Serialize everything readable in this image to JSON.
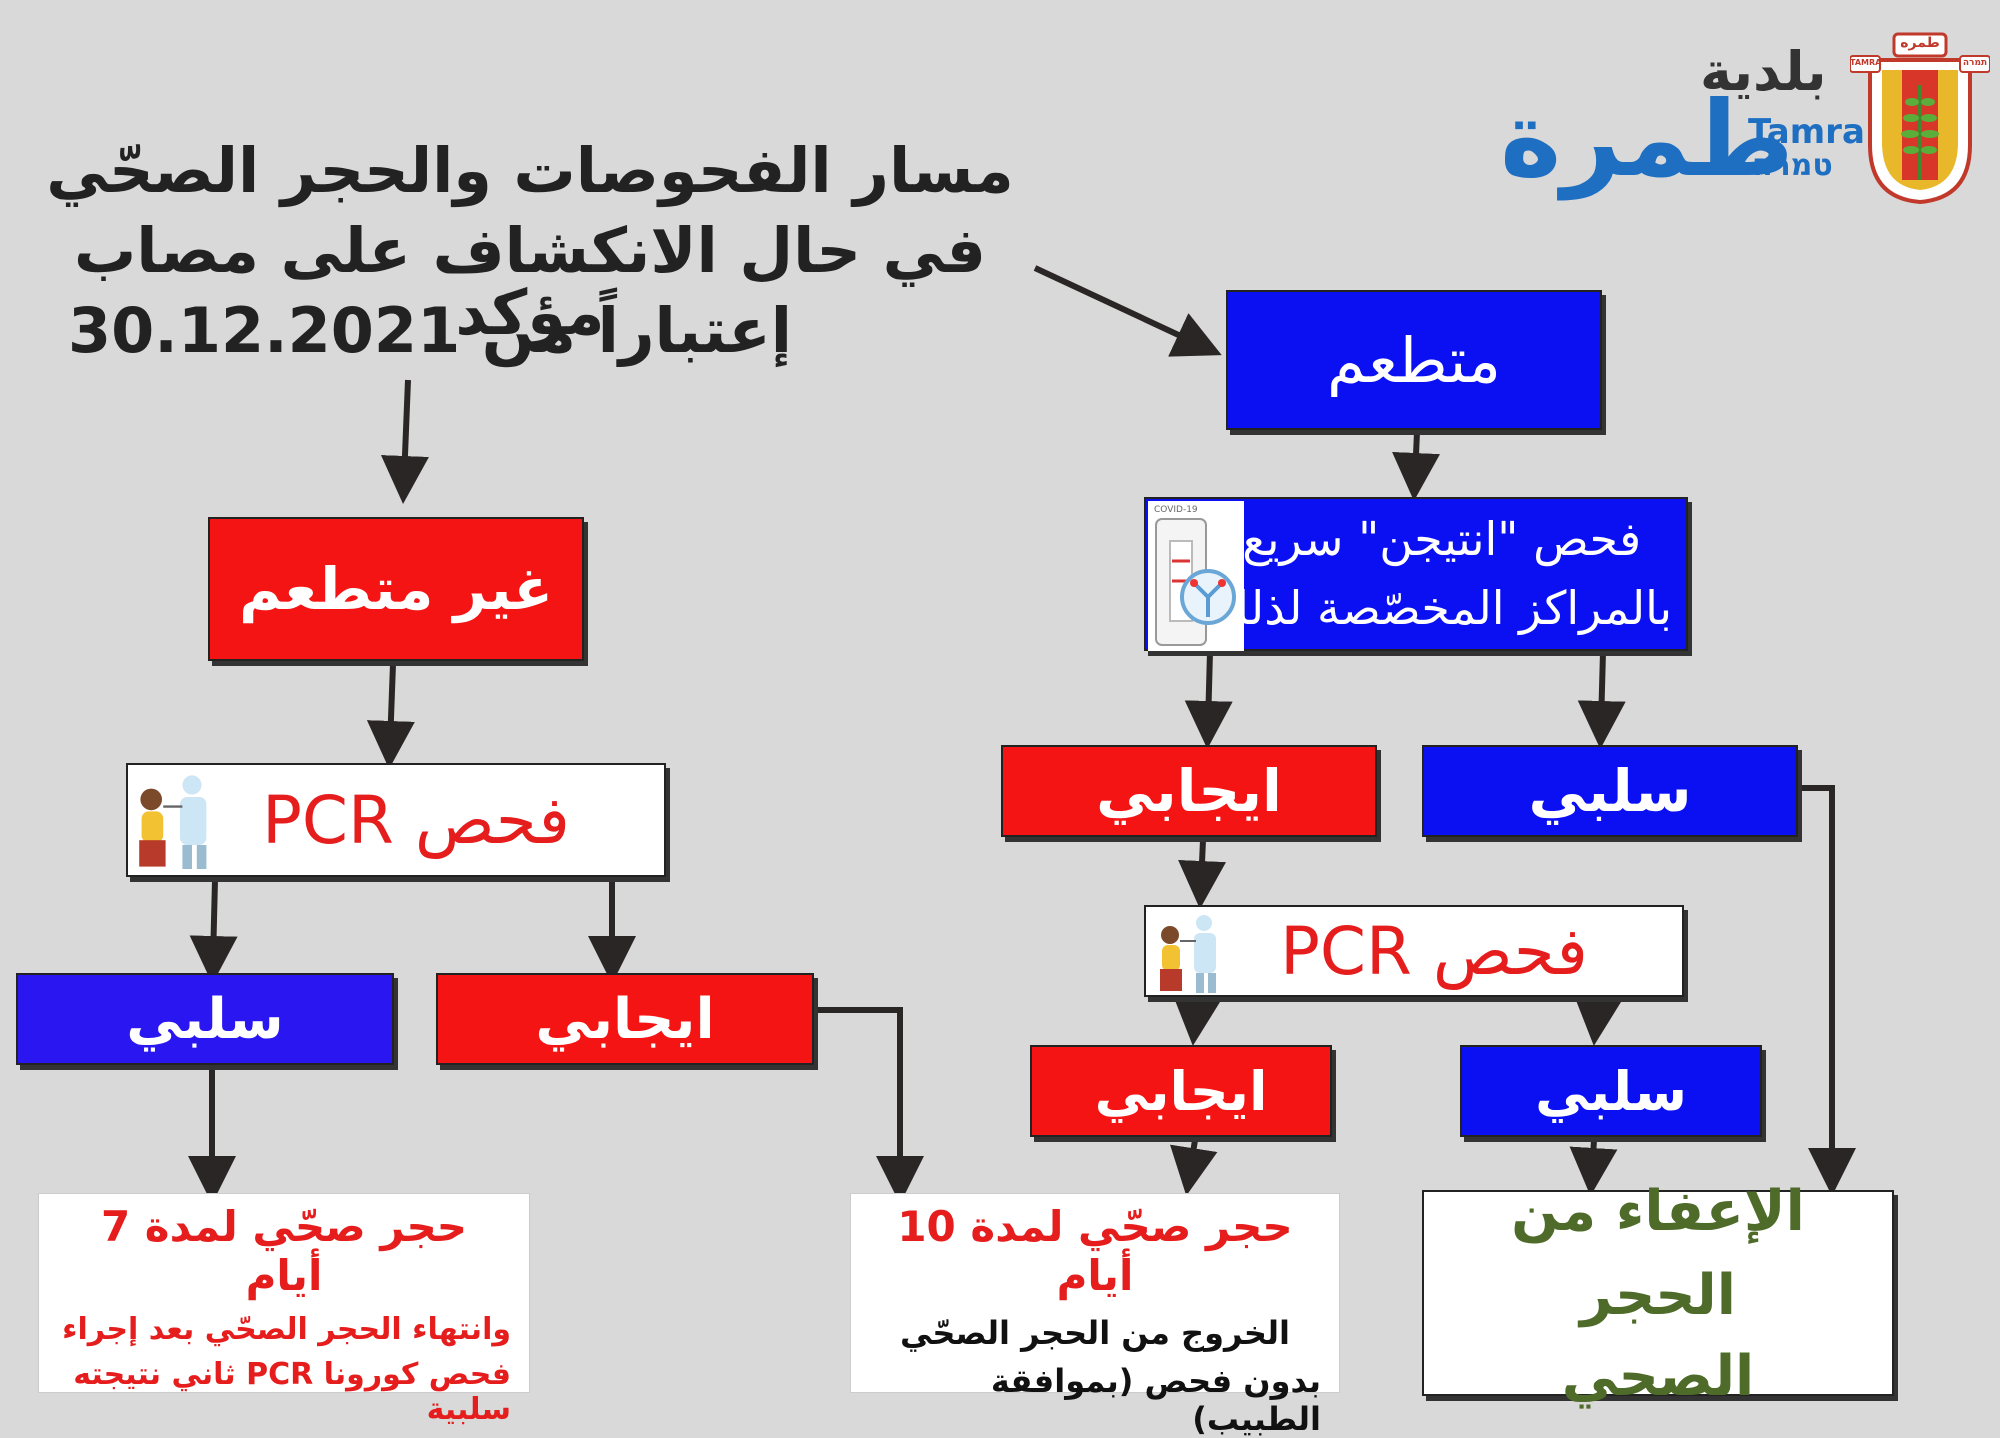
{
  "header": {
    "title_line1": "مسار الفحوصات والحجر الصحّي",
    "title_line2": "في حال الانكشاف على مصاب مؤكد",
    "title_line3": "إعتباراً من 30.12.2021"
  },
  "logo": {
    "baladiya": "بلدية",
    "tamra_ar": "طمرة",
    "tamra_en": "Tamra",
    "tamra_he": "טמרה",
    "seal_top": "طمره",
    "seal_left": "TAMRA",
    "seal_right": "תמרה"
  },
  "vaccinated": {
    "label": "متطعم",
    "antigen_line1": "فحص \"انتيجن\" سريع",
    "antigen_line2": "بالمراكز المخصّصة لذلك",
    "antigen_icon_text": "COVID-19",
    "positive": "ايجابي",
    "negative": "سلبي",
    "pcr_label": "فحص PCR",
    "pcr_positive": "ايجابي",
    "pcr_negative": "سلبي",
    "exempt_line1": "الإعفاء من الحجر",
    "exempt_line2": "الصحي"
  },
  "unvaccinated": {
    "label": "غير متطعم",
    "pcr_label": "فحص PCR",
    "negative": "سلبي",
    "positive": "ايجابي"
  },
  "results": {
    "q7_title": "حجر صحّي لمدة 7 أيام",
    "q7_line1": "وانتهاء الحجر الصحّي بعد إجراء",
    "q7_line2": "فحص كورونا PCR ثاني نتيجته سلبية",
    "q10_title": "حجر صحّي لمدة 10 أيام",
    "q10_line1": "الخروج من الحجر الصحّي",
    "q10_line2": "بدون فحص (بموافقة الطبيب)"
  },
  "colors": {
    "blue": "#0a10f2",
    "red": "#f51414",
    "olive_text": "#4e6b2a",
    "logo_blue": "#1e6fc2"
  }
}
